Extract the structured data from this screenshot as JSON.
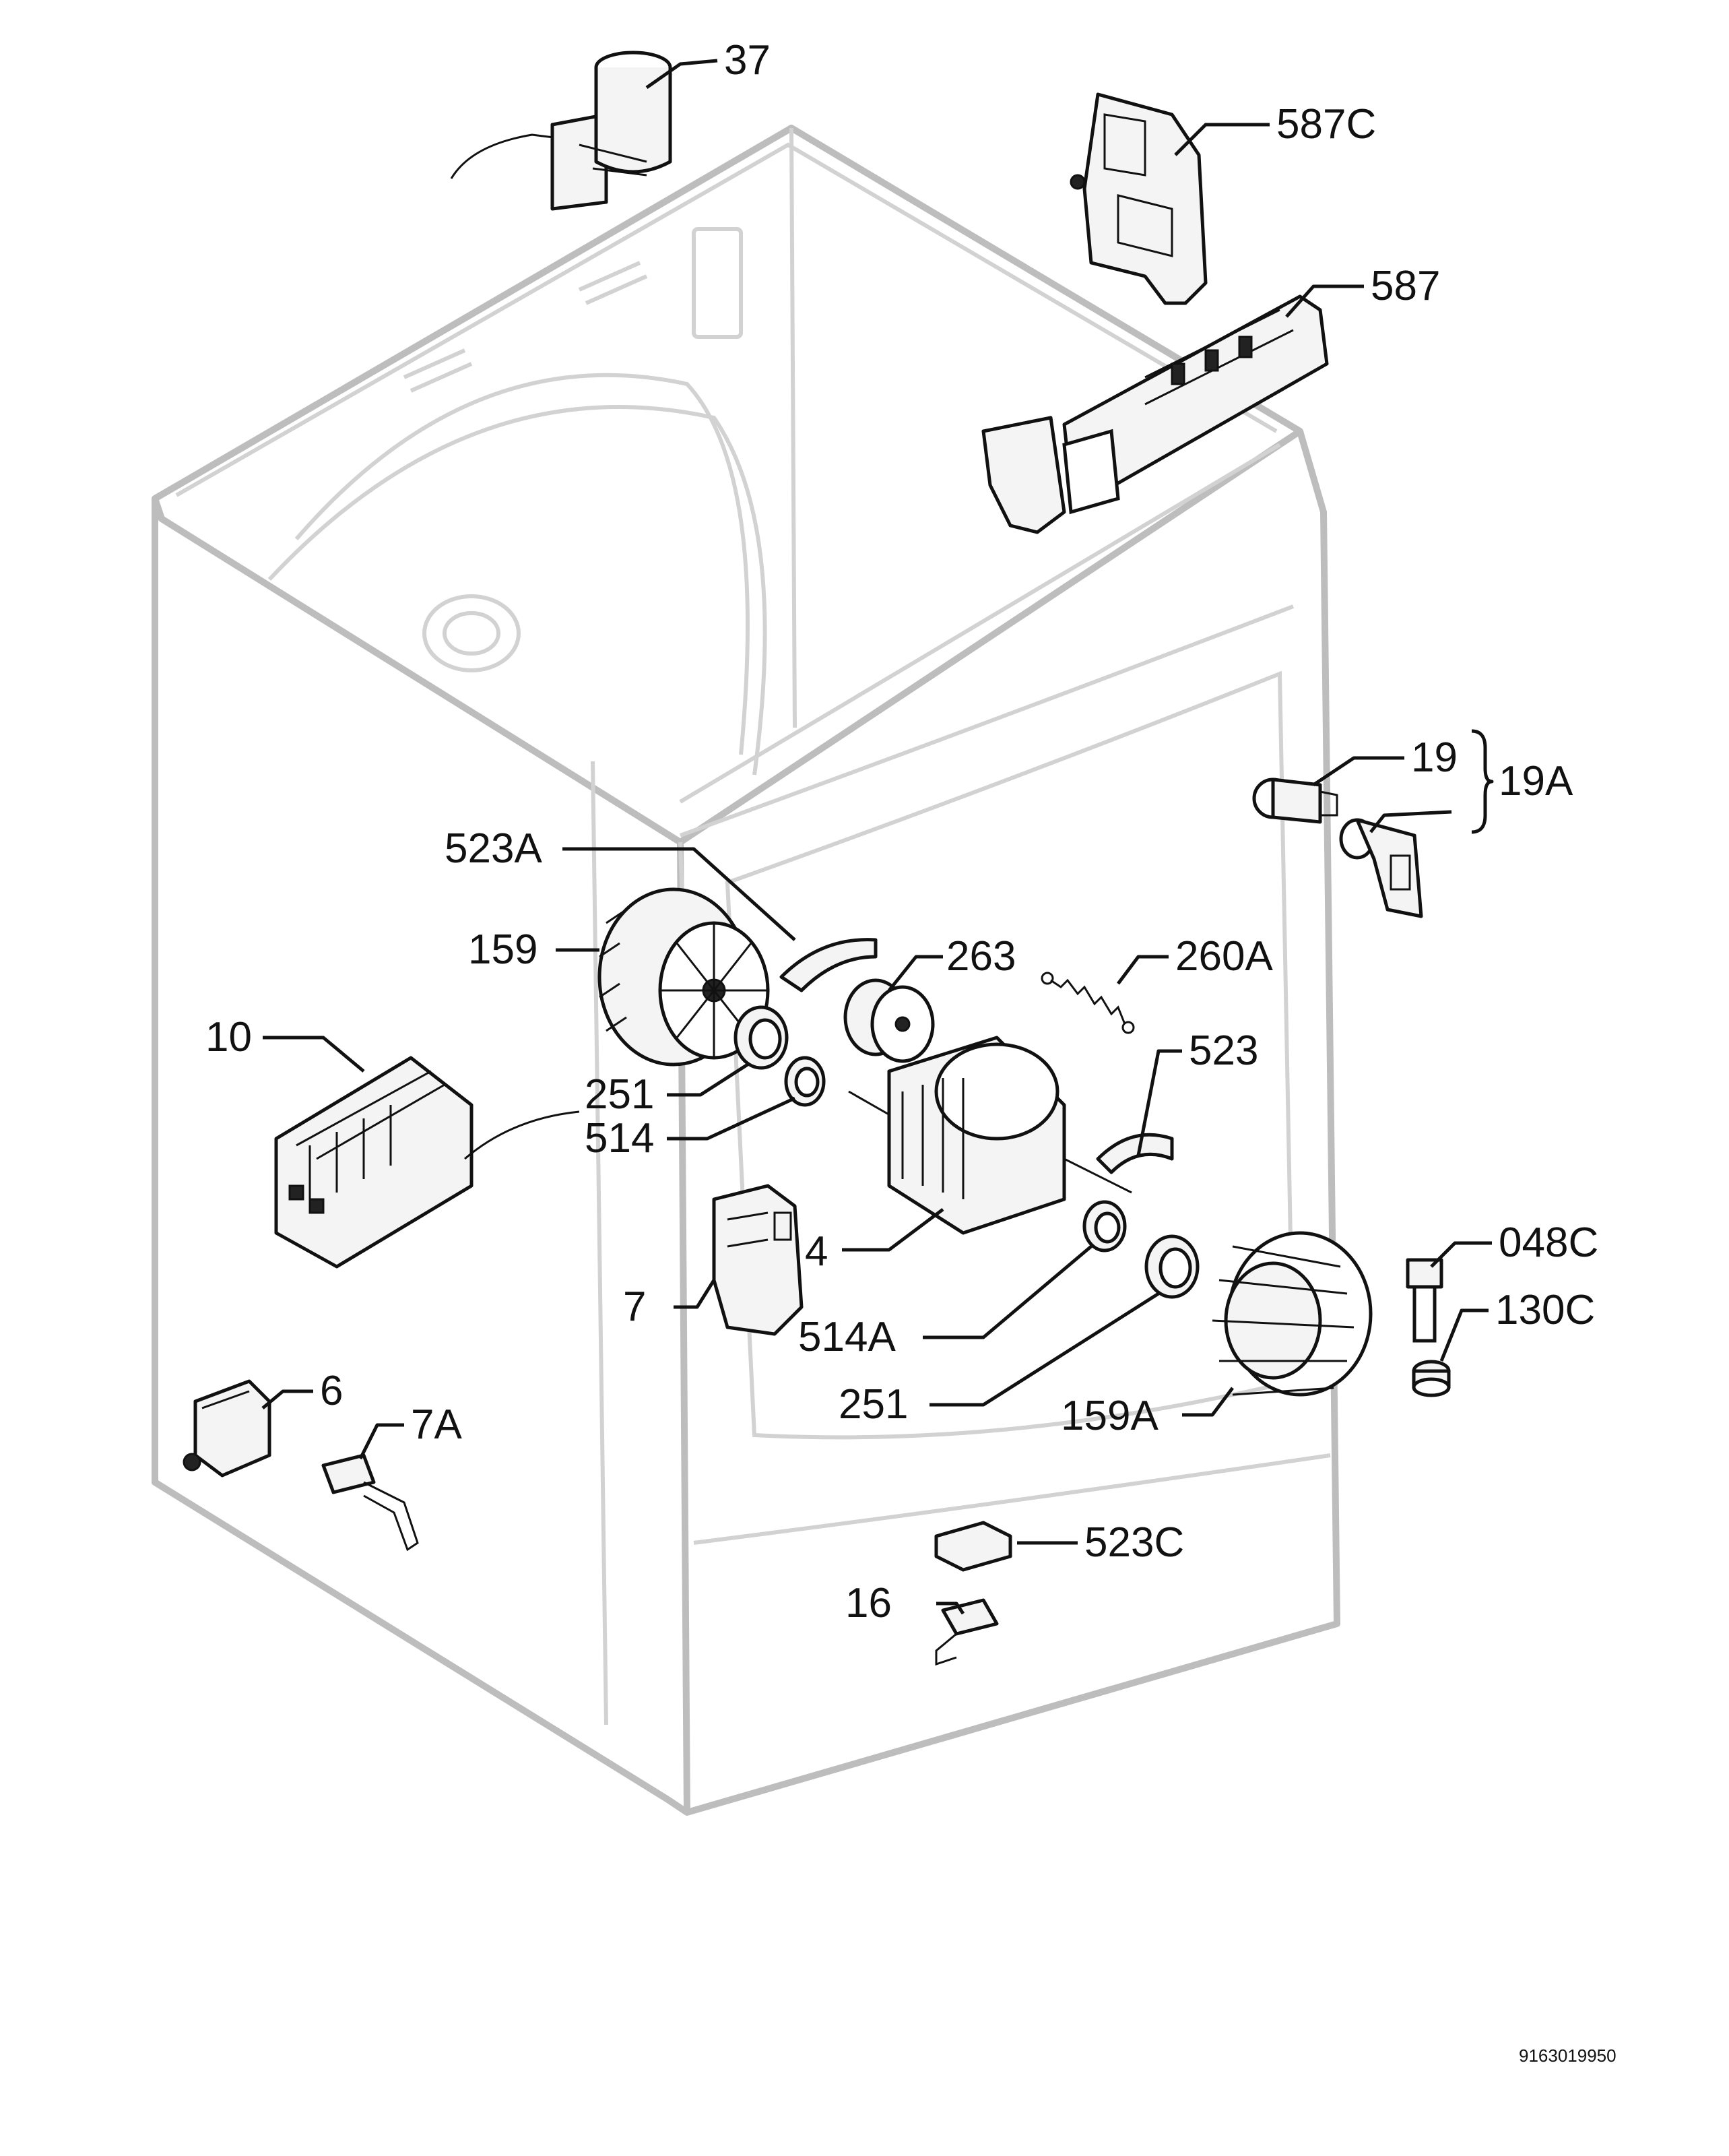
{
  "labels": {
    "l37": "37",
    "l587c": "587C",
    "l587": "587",
    "l19": "19",
    "l19a": "19A",
    "l523a": "523A",
    "l159": "159",
    "l263": "263",
    "l260a": "260A",
    "l10": "10",
    "l251a": "251",
    "l514": "514",
    "l523": "523",
    "l4": "4",
    "l048c": "048C",
    "l130c": "130C",
    "l7": "7",
    "l514a": "514A",
    "l251b": "251",
    "l159a": "159A",
    "l6": "6",
    "l7a": "7A",
    "l523c": "523C",
    "l16": "16"
  },
  "document_number": "9163019950"
}
